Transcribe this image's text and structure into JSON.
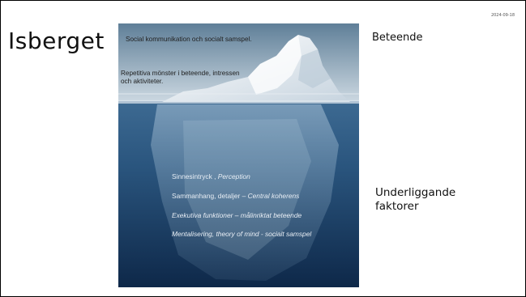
{
  "slide": {
    "date": "2024-09-18",
    "title": "Isberget",
    "label_above": "Beteende",
    "label_below": "Underliggande faktorer"
  },
  "iceberg": {
    "above_water": [
      "Social kommunikation och socialt samspel.",
      "Repetitiva mönster i beteende, intressen och aktiviteter."
    ],
    "below_water": [
      {
        "plain": "Sinnesintryck , ",
        "italic": "Perception"
      },
      {
        "plain": "Sammanhang, detaljer – ",
        "italic": "Central koherens"
      },
      {
        "plain": "",
        "italic": "Exekutiva funktioner – målinriktat beteende"
      },
      {
        "plain": "",
        "italic": "Mentalisering, theory of mind  - socialt samspel"
      }
    ]
  },
  "colors": {
    "sky_top": "#5f7f98",
    "sky_bottom": "#cdd9e2",
    "water_top": "#3d6a92",
    "water_bottom": "#0e2849",
    "ice": "#eef3f7"
  }
}
